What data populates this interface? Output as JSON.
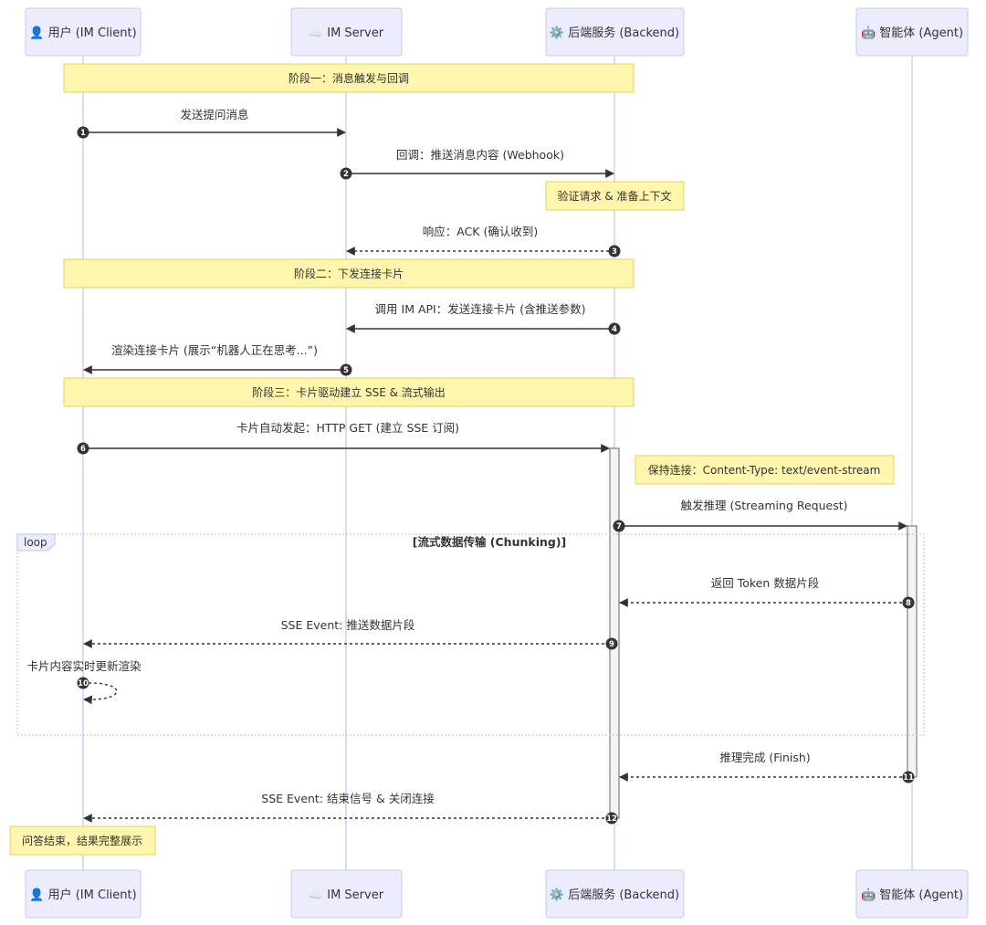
{
  "actors": [
    {
      "id": "user",
      "label": "👤 用户 (IM Client)",
      "icon": "user-icon"
    },
    {
      "id": "im",
      "label": "☁️ IM Server",
      "icon": "cloud-icon"
    },
    {
      "id": "backend",
      "label": "⚙️ 后端服务 (Backend)",
      "icon": "gear-icon"
    },
    {
      "id": "agent",
      "label": "🤖 智能体 (Agent)",
      "icon": "robot-icon"
    }
  ],
  "phases": [
    {
      "label": "阶段一：消息触发与回调"
    },
    {
      "label": "阶段二：下发连接卡片"
    },
    {
      "label": "阶段三：卡片驱动建立 SSE & 流式输出"
    }
  ],
  "messages": [
    {
      "num": "1",
      "from": "user",
      "to": "im",
      "label": "发送提问消息",
      "style": "solid"
    },
    {
      "num": "2",
      "from": "im",
      "to": "backend",
      "label": "回调：推送消息内容 (Webhook)",
      "style": "solid"
    },
    {
      "num": "3",
      "from": "backend",
      "to": "im",
      "label": "响应：ACK (确认收到)",
      "style": "dashed"
    },
    {
      "num": "4",
      "from": "backend",
      "to": "im",
      "label": "调用 IM API：发送连接卡片 (含推送参数)",
      "style": "solid"
    },
    {
      "num": "5",
      "from": "im",
      "to": "user",
      "label": "渲染连接卡片 (展示“机器人正在思考...”)",
      "style": "solid"
    },
    {
      "num": "6",
      "from": "user",
      "to": "backend",
      "label": "卡片自动发起：HTTP GET (建立 SSE 订阅)",
      "style": "solid"
    },
    {
      "num": "7",
      "from": "backend",
      "to": "agent",
      "label": "触发推理 (Streaming Request)",
      "style": "solid"
    },
    {
      "num": "8",
      "from": "agent",
      "to": "backend",
      "label": "返回 Token 数据片段",
      "style": "dashed"
    },
    {
      "num": "9",
      "from": "backend",
      "to": "user",
      "label": "SSE Event: 推送数据片段",
      "style": "dashed"
    },
    {
      "num": "10",
      "from": "user",
      "to": "user",
      "label": "卡片内容实时更新渲染",
      "style": "dashed"
    },
    {
      "num": "11",
      "from": "agent",
      "to": "backend",
      "label": "推理完成 (Finish)",
      "style": "dashed"
    },
    {
      "num": "12",
      "from": "backend",
      "to": "user",
      "label": "SSE Event: 结束信号 & 关闭连接",
      "style": "dashed"
    }
  ],
  "notes": [
    {
      "label": "验证请求 & 准备上下文"
    },
    {
      "label": "保持连接：Content-Type: text/event-stream"
    },
    {
      "label": "问答结束，结果完整展示"
    }
  ],
  "loop": {
    "tag": "loop",
    "condition": "[流式数据传输 (Chunking)]"
  }
}
